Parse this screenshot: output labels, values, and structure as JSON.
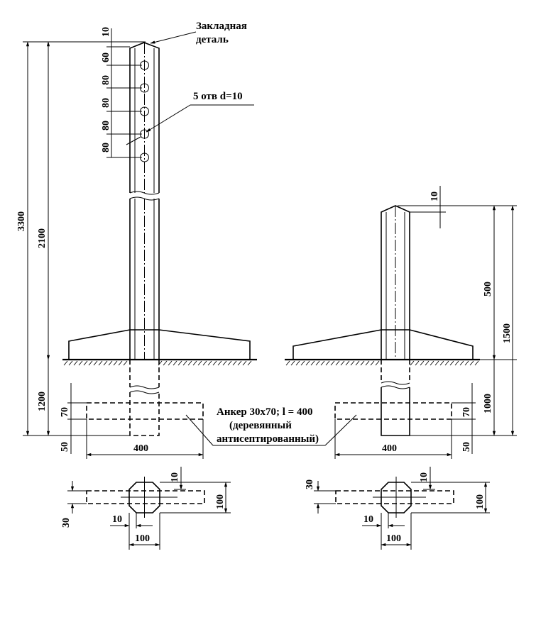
{
  "labels": {
    "embedded_part": "Закладная",
    "embedded_part_2": "деталь",
    "holes": "5 отв d=10",
    "anchor_1": "Анкер 30х70; l = 400",
    "anchor_2": "(деревянный",
    "anchor_3": "антисептированный)"
  },
  "dims": {
    "left": {
      "d10": "10",
      "d60": "60",
      "d80a": "80",
      "d80b": "80",
      "d80c": "80",
      "d80d": "80",
      "total": "3300",
      "above": "2100",
      "below": "1200",
      "anchor_h": "70",
      "bottom": "50",
      "anchor_w": "400"
    },
    "right": {
      "d10": "10",
      "d500": "500",
      "total": "1500",
      "below": "1000",
      "anchor_h": "70",
      "bottom": "50",
      "anchor_w": "400"
    },
    "section_left": {
      "d10": "10",
      "d100": "100",
      "d30": "30",
      "d10b": "10",
      "d100b": "100"
    },
    "section_right": {
      "d10": "10",
      "d100": "100",
      "d30": "30",
      "d10b": "10",
      "d100b": "100"
    }
  }
}
